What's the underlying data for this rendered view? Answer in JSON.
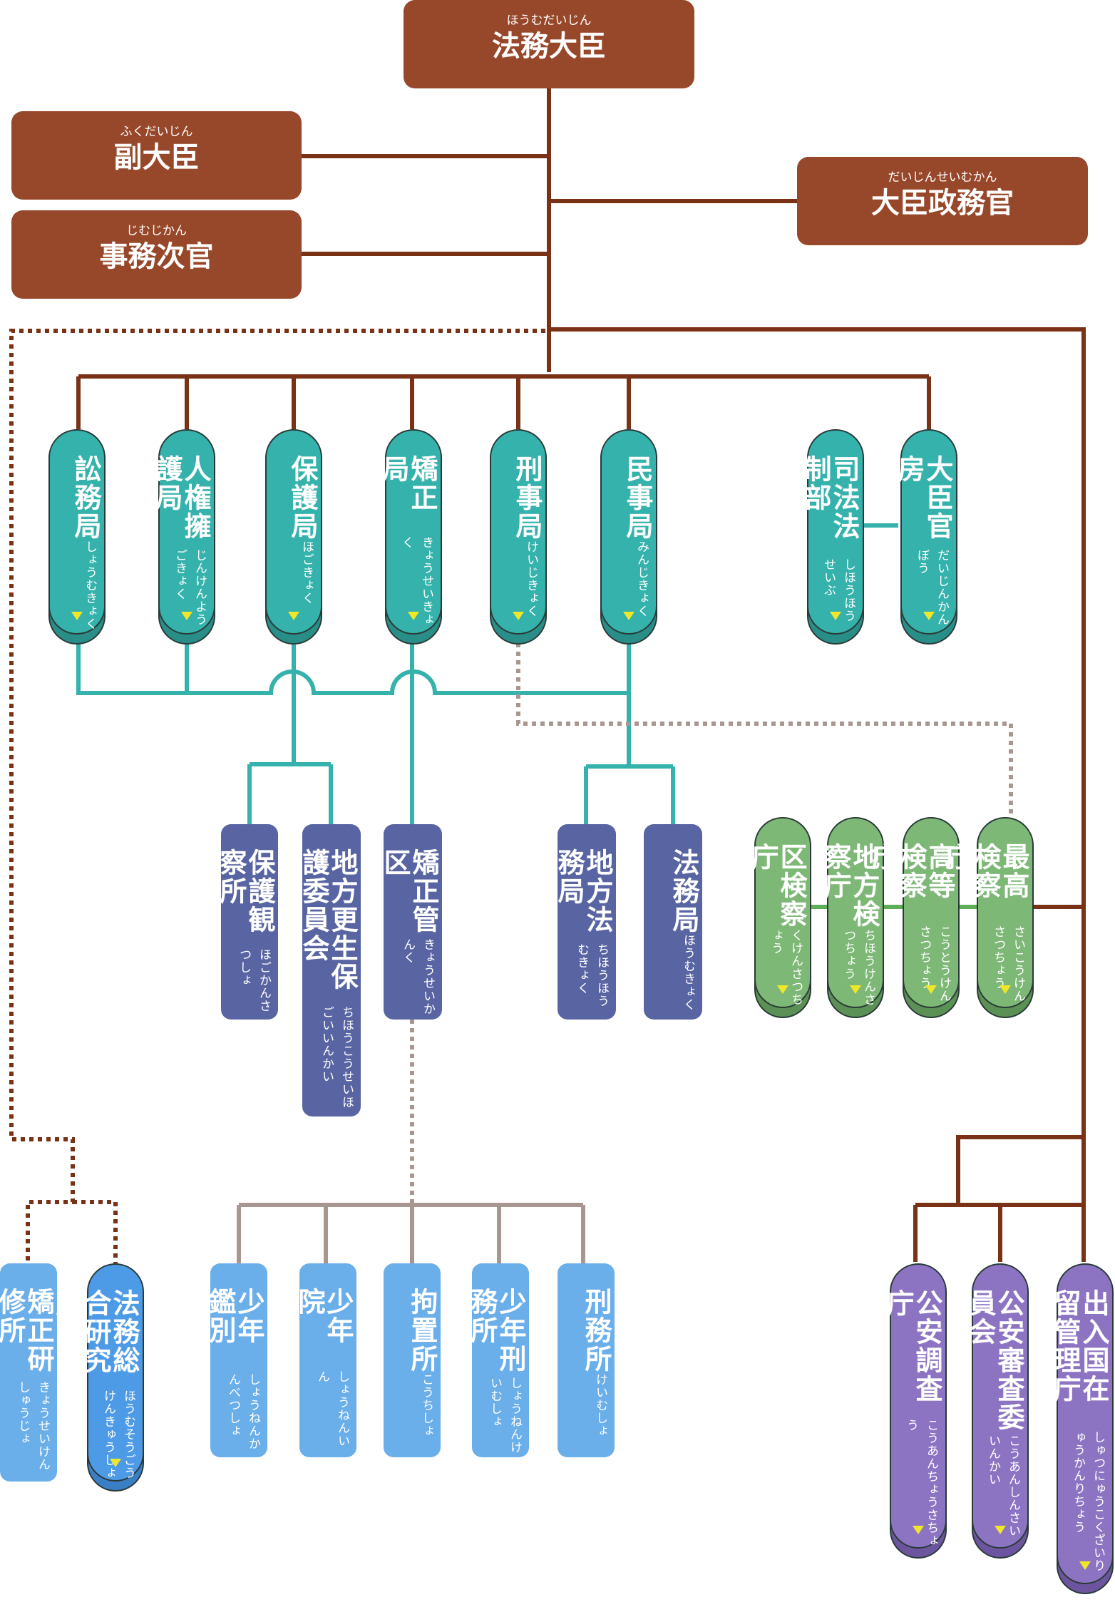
{
  "colors": {
    "top": "#98482a",
    "bureau": "#35b2ac",
    "regional": "#5965a3",
    "prosecutor": "#7db876",
    "facility": "#6aaeea",
    "agency": "#8d74c3",
    "brown_line": "#7a3216",
    "teal_line": "#35b2ac",
    "gray_line": "#a89690"
  },
  "top": {
    "minister": {
      "ruby": "ほうむだいじん",
      "name": "法務大臣"
    },
    "vice_minister": {
      "ruby": "ふくだいじん",
      "name": "副大臣"
    },
    "vice_secretary": {
      "ruby": "じむじかん",
      "name": "事務次官"
    },
    "parliamentary": {
      "ruby": "だいじんせいむかん",
      "name": "大臣政務官"
    }
  },
  "bureaus": [
    {
      "name": "訟務局",
      "ruby": "しょうむきょく"
    },
    {
      "name": "人権擁護局",
      "ruby": "じんけんようごきょく"
    },
    {
      "name": "保護局",
      "ruby": "ほごきょく"
    },
    {
      "name": "矯正局",
      "ruby": "きょうせいきょく"
    },
    {
      "name": "刑事局",
      "ruby": "けいじきょく"
    },
    {
      "name": "民事局",
      "ruby": "みんじきょく"
    },
    {
      "name": "司法法制部",
      "ruby": "しほうほうせいぶ"
    },
    {
      "name": "大臣官房",
      "ruby": "だいじんかんぼう"
    }
  ],
  "regional": [
    {
      "name": "保護観察所",
      "ruby": "ほごかんさつしょ"
    },
    {
      "name": "地方更生保護委員会",
      "ruby": "ちほうこうせいほごいいんかい"
    },
    {
      "name": "矯正管区",
      "ruby": "きょうせいかんく"
    },
    {
      "name": "地方法務局",
      "ruby": "ちほうほうむきょく"
    },
    {
      "name": "法務局",
      "ruby": "ほうむきょく"
    }
  ],
  "prosecutors": [
    {
      "name": "区検察庁",
      "ruby": "くけんさつちょう"
    },
    {
      "name": "地方検察庁",
      "ruby": "ちほうけんさつちょう"
    },
    {
      "name": "高等検察庁",
      "ruby": "こうとうけんさつちょう"
    },
    {
      "name": "最高検察庁",
      "ruby": "さいこうけんさつちょう"
    }
  ],
  "research": [
    {
      "name": "矯正研修所",
      "ruby": "きょうせいけんしゅうじょ"
    },
    {
      "name": "法務総合研究所",
      "ruby": "ほうむそうごうけんきゅうしょ"
    }
  ],
  "facilities": [
    {
      "name": "少年鑑別所",
      "ruby": "しょうねんかんべつしょ"
    },
    {
      "name": "少年院",
      "ruby": "しょうねんいん"
    },
    {
      "name": "拘置所",
      "ruby": "こうちしょ"
    },
    {
      "name": "少年刑務所",
      "ruby": "しょうねんけいむしょ"
    },
    {
      "name": "刑務所",
      "ruby": "けいむしょ"
    }
  ],
  "agencies": [
    {
      "name": "公安調査庁",
      "ruby": "こうあんちょうさちょう"
    },
    {
      "name": "公安審査委員会",
      "ruby": "こうあんしんさいいんかい"
    },
    {
      "name": "出入国在留管理庁",
      "ruby": "しゅつにゅうこくざいりゅうかんりちょう"
    }
  ]
}
